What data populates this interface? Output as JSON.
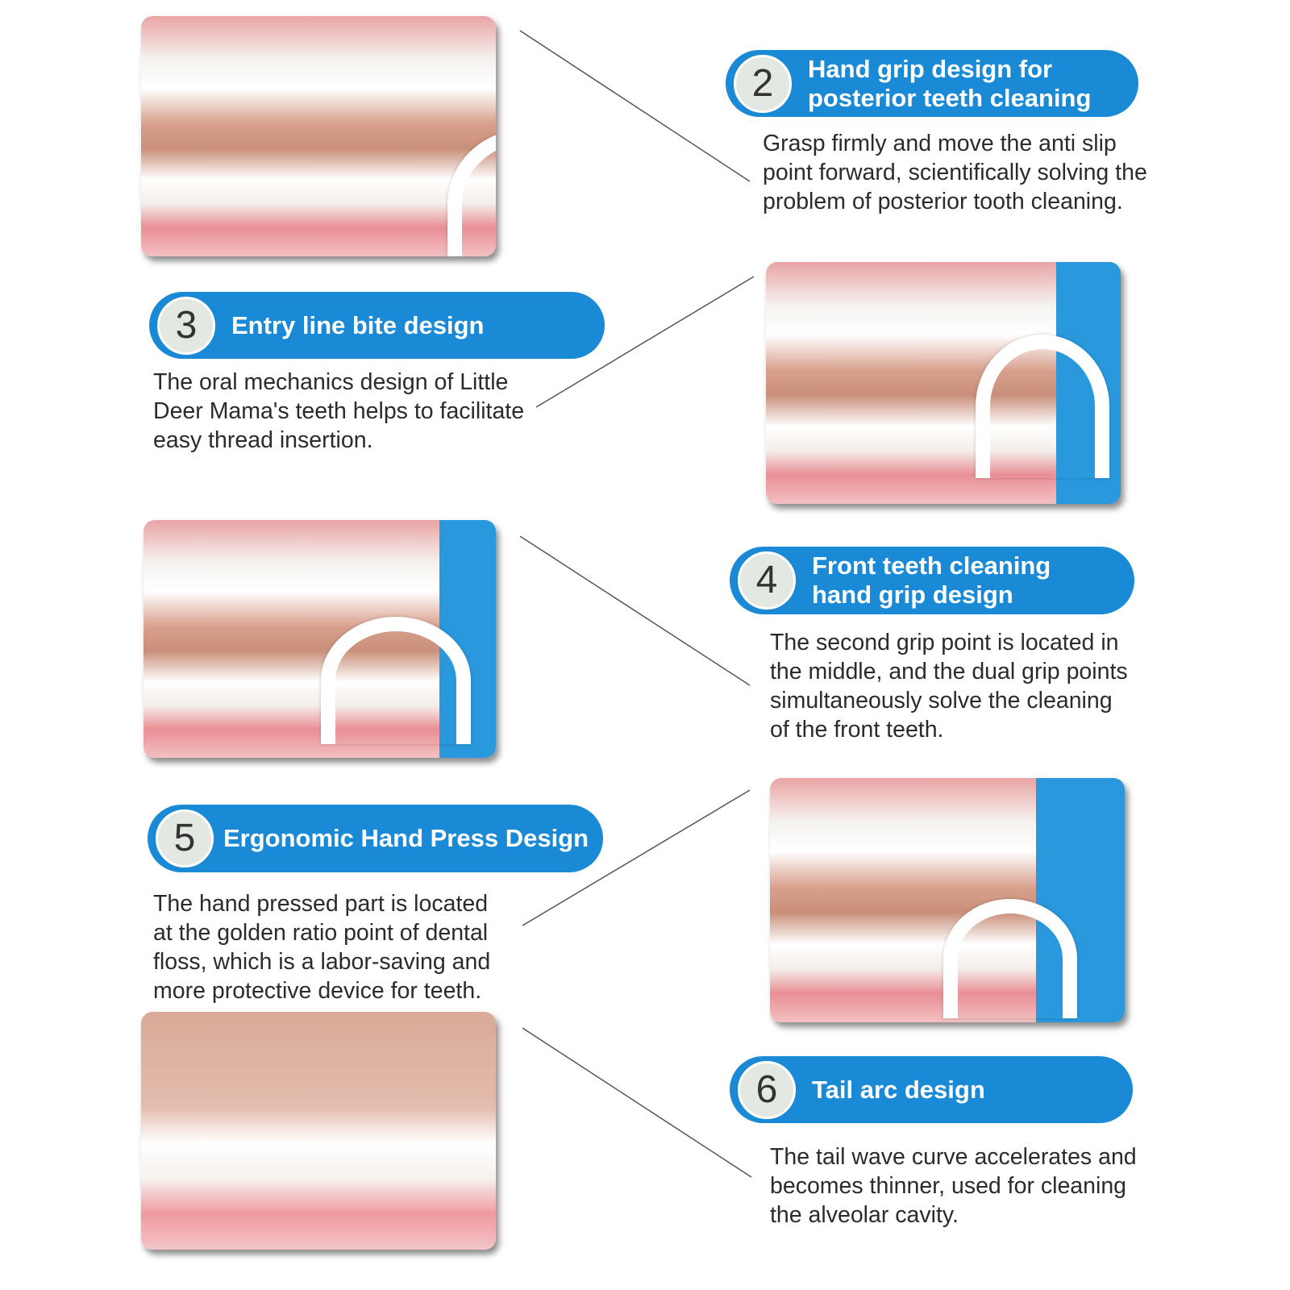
{
  "colors": {
    "accent": "#1a8ad6",
    "text": "#2b2b2b"
  },
  "features": [
    {
      "number": "2",
      "title": "Hand grip design for\nposterior teeth cleaning",
      "description": "Grasp firmly and move the anti slip\npoint forward, scientifically solving the\nproblem of posterior tooth cleaning."
    },
    {
      "number": "3",
      "title": "Entry line bite design",
      "description": "The oral mechanics design of Little\nDeer Mama's teeth helps to facilitate\neasy thread insertion."
    },
    {
      "number": "4",
      "title": "Front teeth cleaning\nhand grip design",
      "description": "The second grip point is located in\nthe middle, and the dual grip points\nsimultaneously solve the cleaning\nof the front teeth."
    },
    {
      "number": "5",
      "title": "Ergonomic Hand Press Design",
      "description": "The hand pressed part is located\nat the golden ratio point of dental\nfloss, which is a labor-saving and\nmore protective device for teeth."
    },
    {
      "number": "6",
      "title": "Tail arc design",
      "description": "The tail wave curve accelerates and\nbecomes thinner, used for cleaning\nthe alveolar cavity."
    }
  ]
}
